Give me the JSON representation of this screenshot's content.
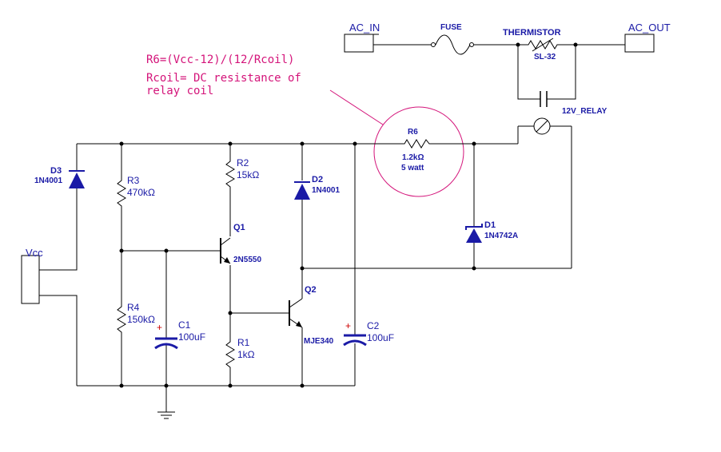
{
  "colors": {
    "wire": "#000000",
    "component": "#000000",
    "label": "#1a1aa6",
    "note": "#d4147a",
    "polarity": "#cc0000"
  },
  "ports": {
    "ac_in": "AC_IN",
    "ac_out": "AC_OUT",
    "vcc": "Vcc"
  },
  "ac_line": {
    "fuse": "FUSE",
    "thermistor": "THERMISTOR",
    "thermistor_part": "SL-32",
    "relay": "12V_RELAY"
  },
  "note": {
    "line1": "R6=(Vcc-12)/(12/Rcoil)",
    "line2": "Rcoil= DC resistance of",
    "line3": "relay coil"
  },
  "components": {
    "R6": {
      "ref": "R6",
      "value": "1.2kΩ",
      "extra": "5 watt"
    },
    "R2": {
      "ref": "R2",
      "value": "15kΩ"
    },
    "R3": {
      "ref": "R3",
      "value": "470kΩ"
    },
    "R4": {
      "ref": "R4",
      "value": "150kΩ"
    },
    "R1": {
      "ref": "R1",
      "value": "1kΩ"
    },
    "C1": {
      "ref": "C1",
      "value": "100uF"
    },
    "C2": {
      "ref": "C2",
      "value": "100uF"
    },
    "D1": {
      "ref": "D1",
      "part": "1N4742A"
    },
    "D2": {
      "ref": "D2",
      "part": "1N4001"
    },
    "D3": {
      "ref": "D3",
      "part": "1N4001"
    },
    "Q1": {
      "ref": "Q1",
      "part": "2N5550"
    },
    "Q2": {
      "ref": "Q2",
      "part": "MJE340"
    }
  },
  "polarity_mark": "+"
}
